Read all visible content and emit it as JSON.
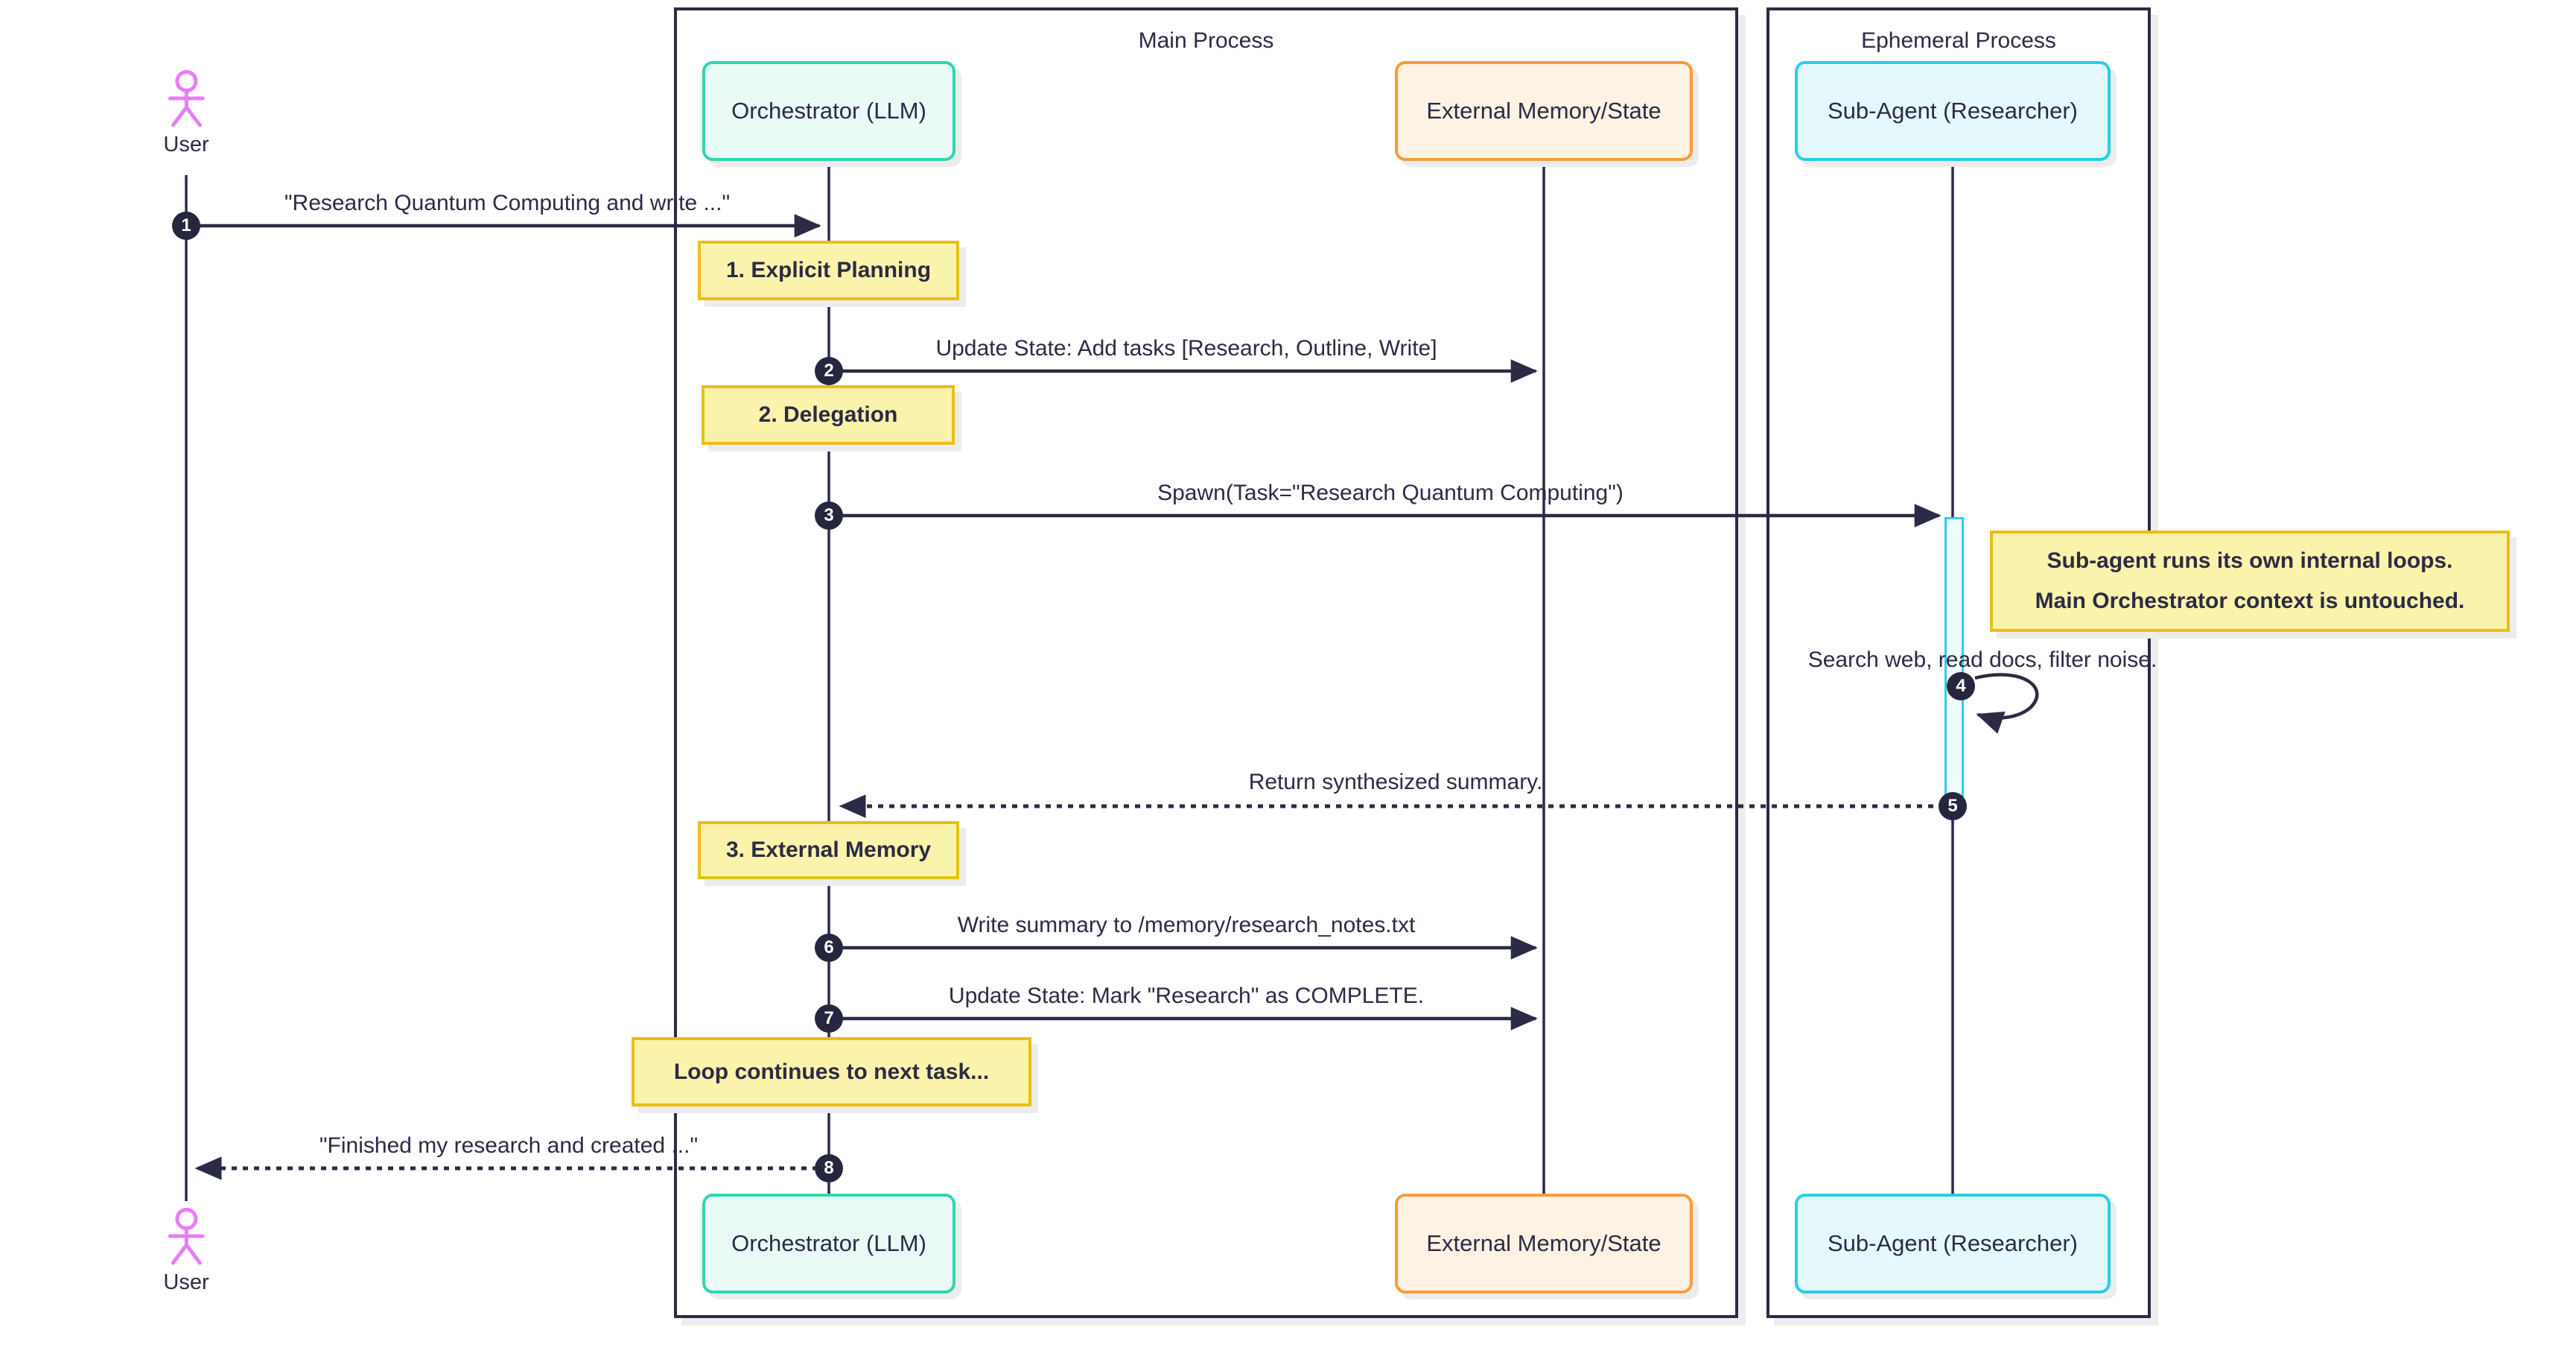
{
  "diagram_title": "Orchestrator multi-agent sequence diagram",
  "frames": {
    "main": {
      "title": "Main Process"
    },
    "ephemeral": {
      "title": "Ephemeral Process"
    }
  },
  "actors": {
    "user_top": "User",
    "user_bottom": "User"
  },
  "participants": {
    "orchestrator": {
      "label": "Orchestrator (LLM)"
    },
    "memory": {
      "label": "External Memory/State"
    },
    "subagent": {
      "label": "Sub-Agent (Researcher)"
    }
  },
  "messages": [
    {
      "num": "1",
      "label": "\"Research Quantum Computing and write ...\"",
      "from": "User",
      "to": "Orchestrator (LLM)",
      "style": "solid"
    },
    {
      "num": "2",
      "label": "Update State: Add tasks [Research, Outline, Write]",
      "from": "Orchestrator (LLM)",
      "to": "External Memory/State",
      "style": "solid"
    },
    {
      "num": "3",
      "label": "Spawn(Task=\"Research Quantum Computing\")",
      "from": "Orchestrator (LLM)",
      "to": "Sub-Agent (Researcher)",
      "style": "solid"
    },
    {
      "num": "4",
      "label": "Search web, read docs, filter noise.",
      "from": "Sub-Agent (Researcher)",
      "to": "Sub-Agent (Researcher)",
      "style": "self-loop"
    },
    {
      "num": "5",
      "label": "Return synthesized summary.",
      "from": "Sub-Agent (Researcher)",
      "to": "Orchestrator (LLM)",
      "style": "dotted"
    },
    {
      "num": "6",
      "label": "Write summary to /memory/research_notes.txt",
      "from": "Orchestrator (LLM)",
      "to": "External Memory/State",
      "style": "solid"
    },
    {
      "num": "7",
      "label": "Update State: Mark \"Research\" as COMPLETE.",
      "from": "Orchestrator (LLM)",
      "to": "External Memory/State",
      "style": "solid"
    },
    {
      "num": "8",
      "label": "\"Finished my research and created ...\"",
      "from": "Orchestrator (LLM)",
      "to": "User",
      "style": "dotted"
    }
  ],
  "notes": {
    "planning": "1. Explicit Planning",
    "delegation": "2. Delegation",
    "subagent_line1": "Sub-agent runs its own internal loops.",
    "subagent_line2": "Main Orchestrator context is untouched.",
    "external_memory": "3. External Memory",
    "loop": "Loop continues to next task..."
  },
  "colors": {
    "line": "#2b2b45",
    "number_circle": "#26263e",
    "orchestrator_border": "#2fd6b2",
    "orchestrator_fill": "#eafaf5",
    "memory_border": "#f89c3c",
    "memory_fill": "#fdf2e3",
    "subagent_border": "#29cdeb",
    "subagent_fill": "#e5f9fd",
    "note_border": "#e9bf16",
    "note_fill": "#fbf3ab",
    "actor_figure": "#e57ef5",
    "activation_border": "#2bd0e8",
    "activation_fill": "#f0fdff"
  }
}
